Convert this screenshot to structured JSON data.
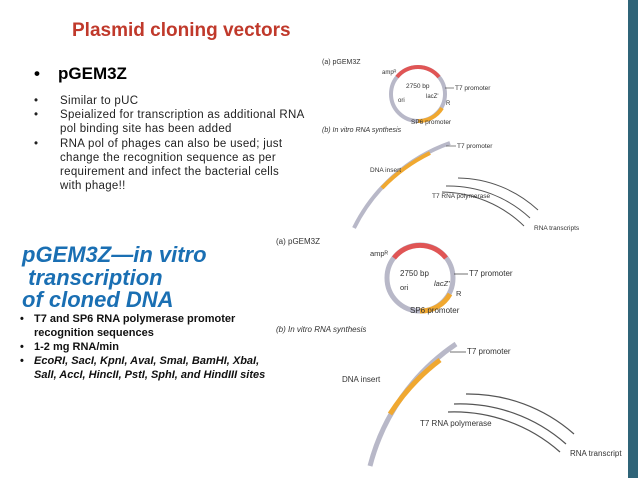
{
  "title": "Plasmid cloning vectors",
  "main_bullet": {
    "dot": "•",
    "text": "pGEM3Z"
  },
  "bullets1": [
    {
      "dot": "•",
      "text": "Similar to pUC"
    },
    {
      "dot": "•",
      "text": "Speialized for transcription as additional RNA pol binding site has been added"
    },
    {
      "dot": "•",
      "text": "RNA pol of phages can also be used; just change the recognition sequence  as per requirement and infect the bacterial cells with phage!!"
    }
  ],
  "heading2": [
    "pGEM3Z—in vitro",
    " transcription",
    "of cloned DNA"
  ],
  "bullets2": [
    {
      "dot": "•",
      "text": "T7 and SP6 RNA polymerase promoter recognition sequences"
    },
    {
      "dot": "•",
      "text": "1-2 mg RNA/min"
    },
    {
      "dot": "•",
      "text": "EcoRI, SacI, KpnI, AvaI, SmaI, BamHI, XbaI, SalI, AccI, HincII, PstI, SphI, and HindIII sites"
    }
  ],
  "figure_small": {
    "panel_a_label": "(a) pGEM3Z",
    "amp": "ampᴿ",
    "size": "2750 bp",
    "t7": "T7 promoter",
    "ori": "ori",
    "lacz": "lacZ'",
    "r": "R",
    "sp6": "SP6 promoter",
    "panel_b_label": "(b) In vitro RNA synthesis",
    "t7b": "T7 promoter",
    "dna_insert": "DNA insert",
    "t7_rna_pol": "T7 RNA polymerase",
    "rna": "RNA transcripts"
  },
  "figure_large": {
    "panel_a_label": "(a) pGEM3Z",
    "amp": "ampᴿ",
    "size": "2750 bp",
    "t7": "T7 promoter",
    "ori": "ori",
    "lacz": "lacZ'",
    "r": "R",
    "sp6": "SP6 promoter",
    "panel_b_label": "(b) In vitro RNA synthesis",
    "t7b": "T7 promoter",
    "dna_insert": "DNA insert",
    "t7_rna_pol": "T7 RNA polymerase",
    "rna": "RNA transcripts"
  },
  "colors": {
    "title": "#c0392b",
    "heading2": "#1a6fb3",
    "accent_bar": "#2f6478",
    "amp_red": "#e05555",
    "insert_orange": "#f0a830"
  }
}
